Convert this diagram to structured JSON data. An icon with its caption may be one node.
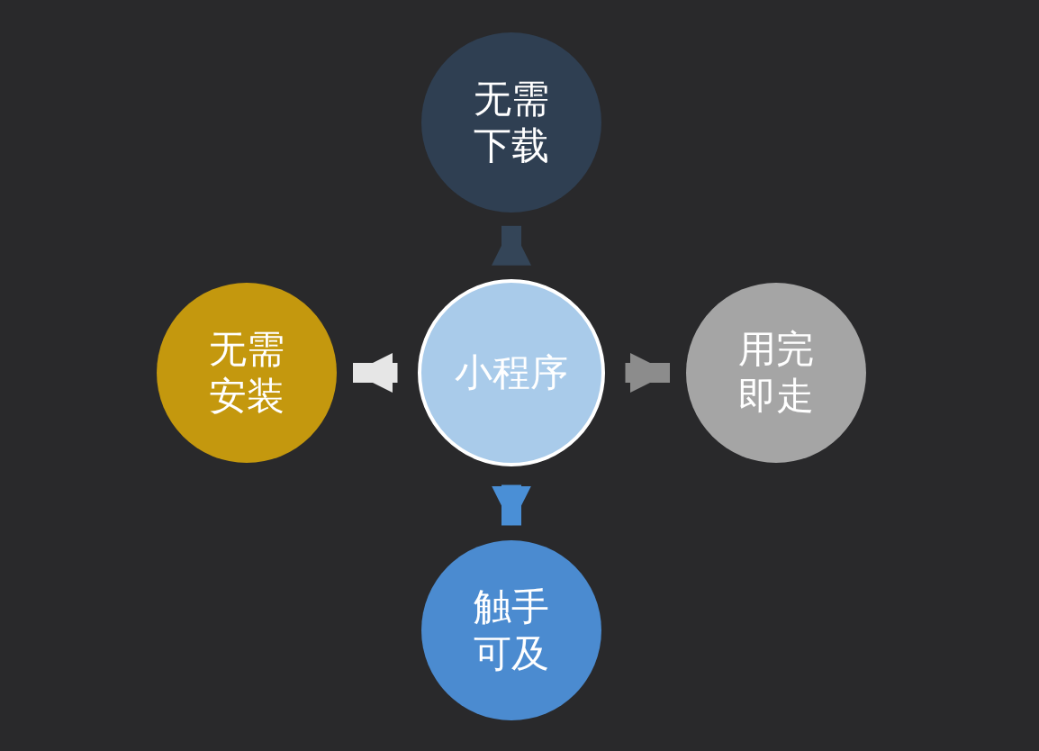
{
  "diagram": {
    "nodes": [
      {
        "text": [
          "无需下载"
        ]
      },
      {
        "text": [
          "无需安装"
        ]
      },
      {
        "text": [
          "小程序"
        ]
      },
      {
        "text": [
          "用完即走"
        ]
      },
      {
        "text": [
          "触手可及"
        ]
      }
    ],
    "edges": [
      {
        "from": 2,
        "to": 0,
        "arrow": "to",
        "color": "#344558"
      },
      {
        "from": 2,
        "to": 1,
        "arrow": "to",
        "color": "#e6e6e6"
      },
      {
        "from": 2,
        "to": 3,
        "arrow": "to",
        "color": "#8c8c8c"
      },
      {
        "from": 2,
        "to": 4,
        "arrow": "to",
        "color": "#4a8fd6"
      }
    ]
  }
}
